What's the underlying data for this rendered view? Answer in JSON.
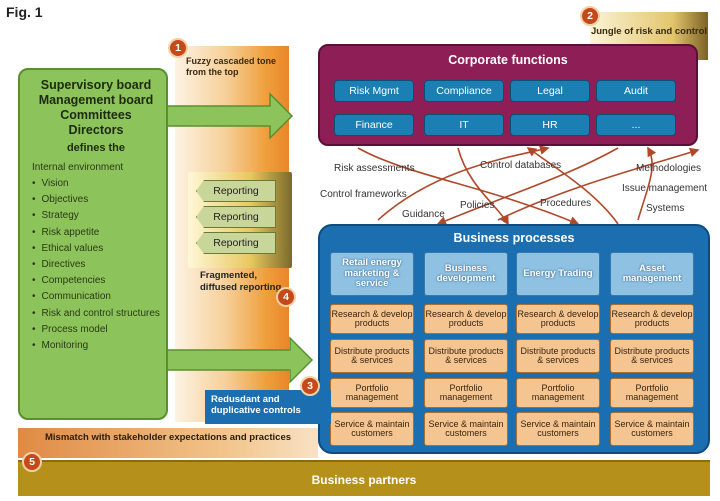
{
  "fig_label": "Fig. 1",
  "left_panel": {
    "boards": [
      "Supervisory board",
      "Management board",
      "Committees",
      "Directors"
    ],
    "defines": "defines the",
    "internal_env": "Internal environment",
    "items": [
      "Vision",
      "Objectives",
      "Strategy",
      "Risk appetite",
      "Ethical values",
      "Directives",
      "Competencies",
      "Communication",
      "Risk and control structures",
      "Process model",
      "Monitoring"
    ]
  },
  "callouts": {
    "fuzzy": "Fuzzy cascaded tone from the top",
    "jungle": "Jungle of risk and control",
    "fragmented": "Fragmented, diffused reporting",
    "redundant": "Redusdant and duplicative controls",
    "mismatch": "Mismatch with stakeholder expectations and practices",
    "badges": [
      "1",
      "2",
      "3",
      "4",
      "5"
    ]
  },
  "reporting": [
    "Reporting",
    "Reporting",
    "Reporting"
  ],
  "corporate": {
    "title": "Corporate functions",
    "row1": [
      "Risk Mgmt",
      "Compliance",
      "Legal",
      "Audit"
    ],
    "row2": [
      "Finance",
      "IT",
      "HR",
      "..."
    ]
  },
  "flow_labels": {
    "risk_assessments": "Risk assessments",
    "control_databases": "Control databases",
    "methodologies": "Methodologies",
    "control_frameworks": "Control frameworks",
    "policies": "Policies",
    "procedures": "Procedures",
    "issue_management": "Issue management",
    "guidance": "Guidance",
    "systems": "Systems"
  },
  "business": {
    "title": "Business processes",
    "columns": [
      "Retail energy marketing & service",
      "Business development",
      "Energy Trading",
      "Asset management"
    ],
    "rows": [
      "Research & develop products",
      "Distribute products & services",
      "Portfolio management",
      "Service & maintain customers"
    ]
  },
  "partners": "Business partners",
  "colors": {
    "green": "#8cc35a",
    "purple": "#8e1f56",
    "blue": "#1b6fb0",
    "orange_cell": "#f4c590",
    "arrow": "#b0482a",
    "partners": "#b5901a"
  }
}
